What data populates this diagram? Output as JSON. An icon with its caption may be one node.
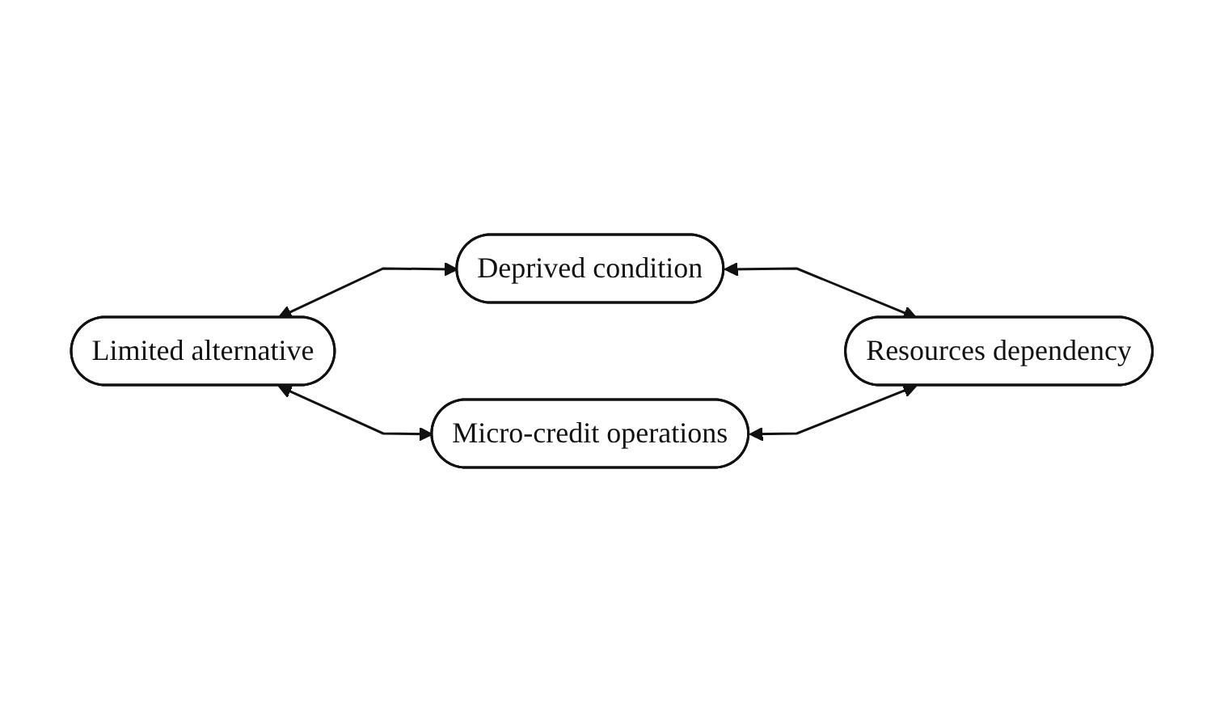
{
  "diagram": {
    "nodes": [
      {
        "text": [
          "Deprived condition"
        ]
      },
      {
        "text": [
          "Resources dependency"
        ]
      },
      {
        "text": [
          "Micro-credit operations"
        ]
      },
      {
        "text": [
          "Limited alternative"
        ]
      }
    ],
    "edges": [
      {
        "from": 3,
        "to": 0,
        "arrow": "both"
      },
      {
        "from": 0,
        "to": 1,
        "arrow": "both"
      },
      {
        "from": 3,
        "to": 2,
        "arrow": "both"
      },
      {
        "from": 2,
        "to": 1,
        "arrow": "both"
      }
    ]
  }
}
